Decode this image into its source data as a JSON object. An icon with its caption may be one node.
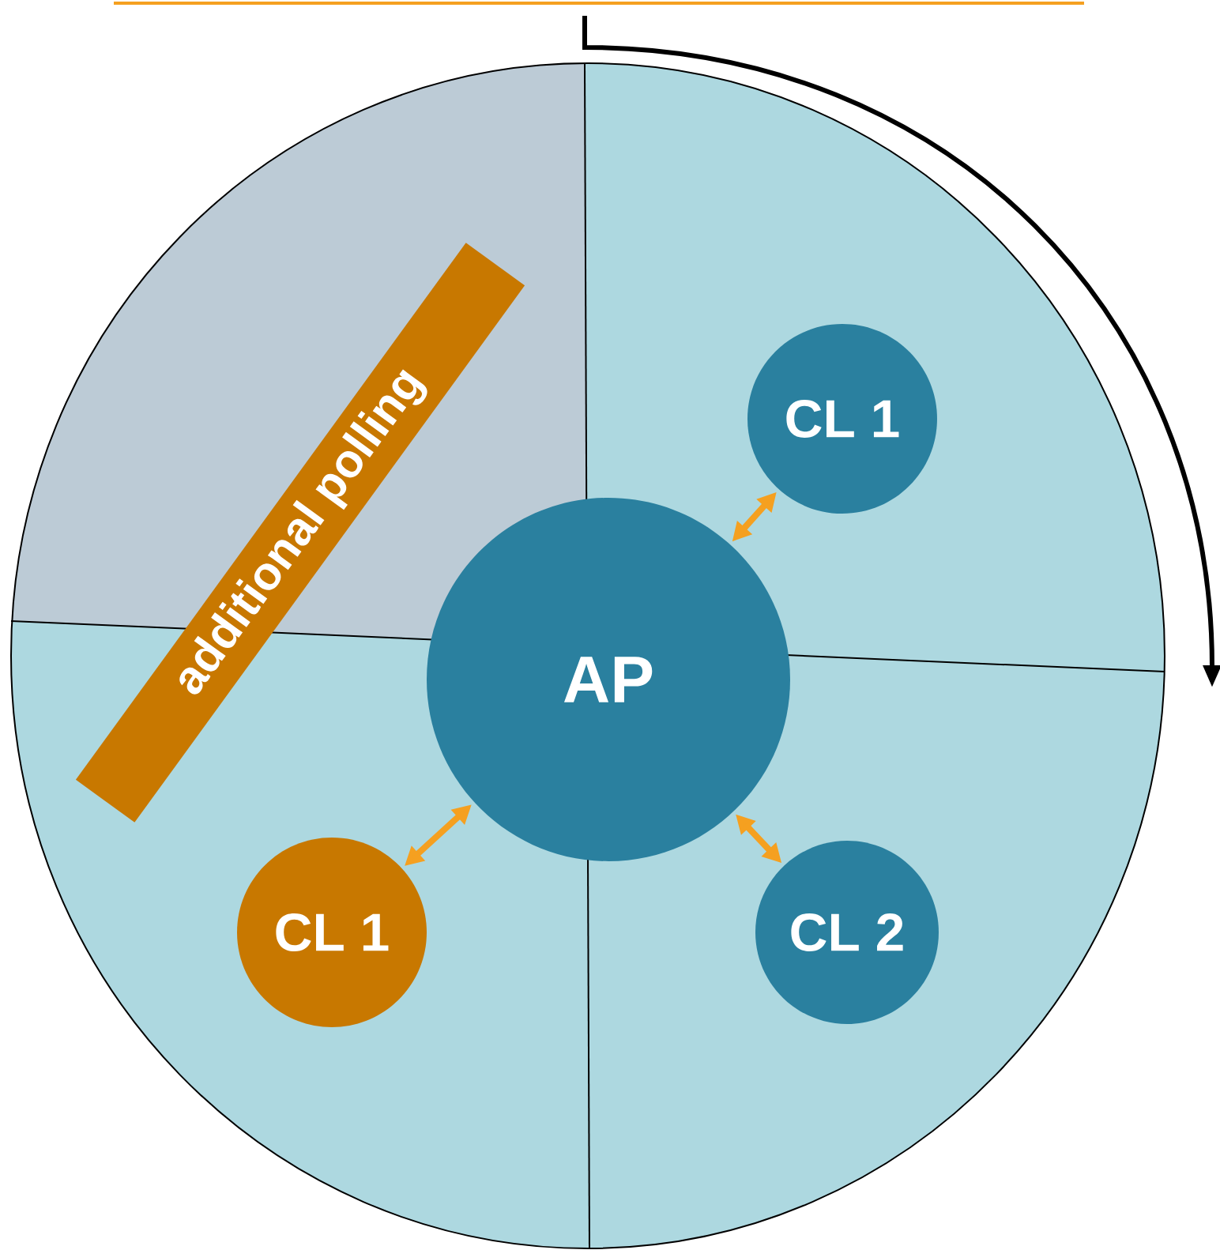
{
  "diagram": {
    "nodes": [
      {
        "text": [
          "additional polling"
        ]
      },
      {
        "text": [
          "CL 1"
        ]
      },
      {
        "text": [
          "AP"
        ]
      },
      {
        "text": [
          "CL 1"
        ]
      },
      {
        "text": [
          "CL 2"
        ]
      }
    ],
    "edges": [
      {
        "from": 2,
        "to": 1,
        "arrow": "both"
      },
      {
        "from": 2,
        "to": 3,
        "arrow": "both"
      },
      {
        "from": 2,
        "to": 4,
        "arrow": "both"
      }
    ]
  }
}
